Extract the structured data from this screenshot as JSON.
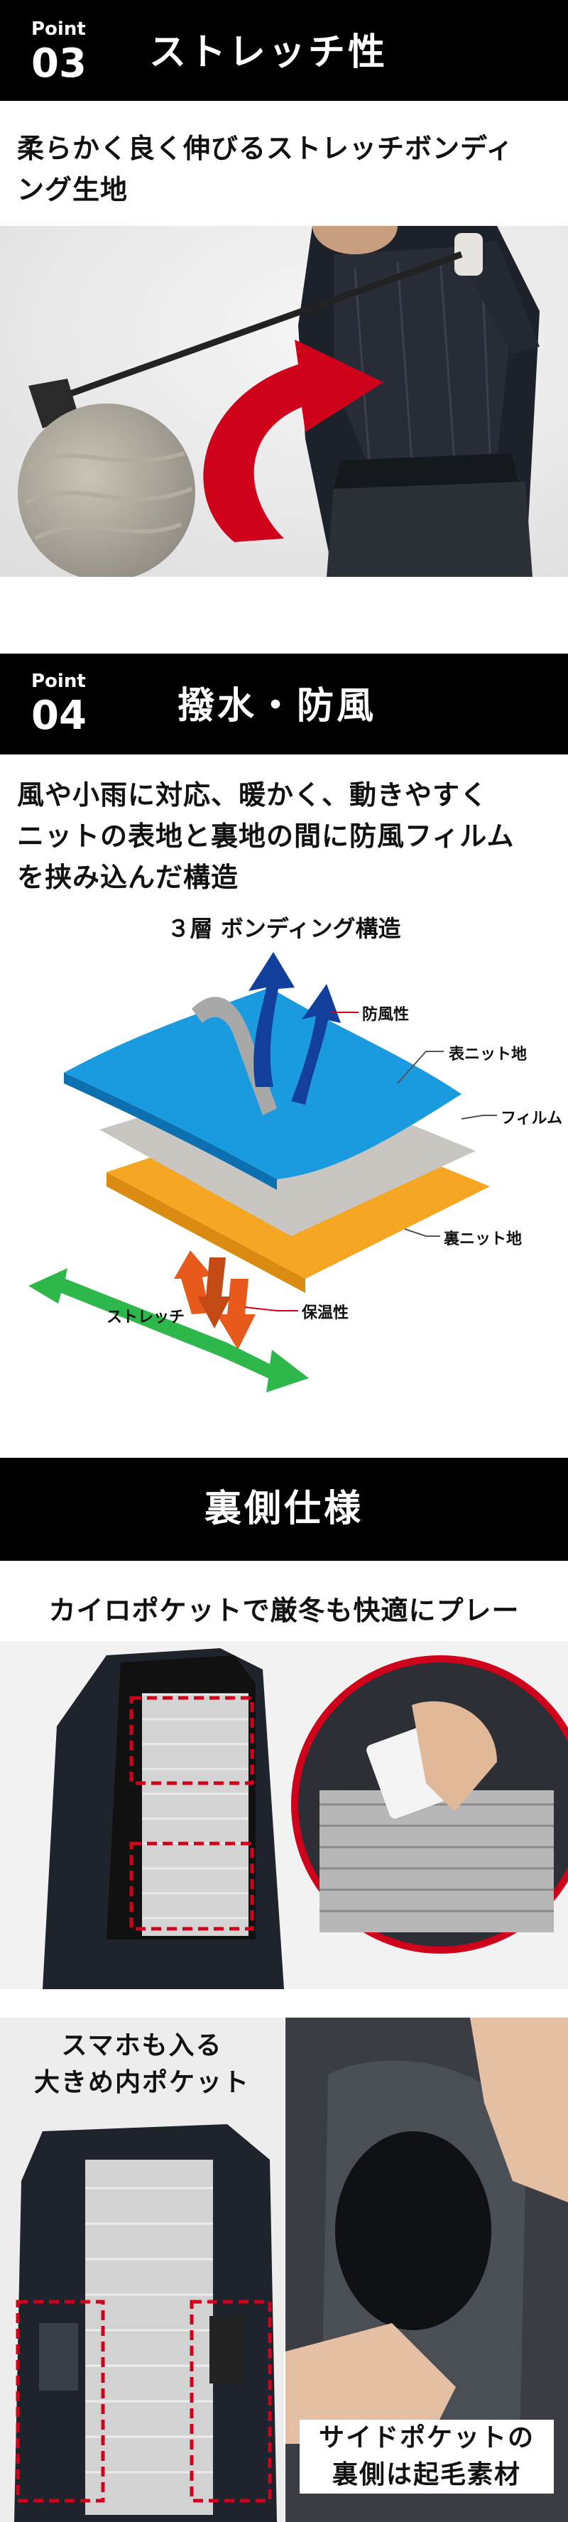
{
  "point03": {
    "label": "Point",
    "number": "03",
    "title": "ストレッチ性"
  },
  "section03": {
    "desc_line1": "柔らかく良く伸びるストレッチボンディ",
    "desc_line2": "ング生地"
  },
  "point04": {
    "label": "Point",
    "number": "04",
    "title": "撥水・防風"
  },
  "section04": {
    "desc_line1": "風や小雨に対応、暖かく、動きやすく",
    "desc_line2": "ニットの表地と裏地の間に防風フィルム",
    "desc_line3": "を挟み込んだ構造"
  },
  "diagram": {
    "title": "３層 ボンディング構造",
    "labels": {
      "windproof": "防風性",
      "outer_knit": "表ニット地",
      "film": "フィルム",
      "inner_knit": "裏ニット地",
      "warmth": "保温性",
      "stretch": "ストレッチ"
    }
  },
  "inner": {
    "title": "裏側仕様",
    "desc": "カイロポケットで厳冬も快適にプレー",
    "caption_phone_line1": "スマホも入る",
    "caption_phone_line2": "大きめ内ポケット",
    "caption_side_line1": "サイドポケットの",
    "caption_side_line2": "裏側は起毛素材"
  },
  "colors": {
    "bar": "#000000",
    "accent_red": "#d0021b",
    "blue": "#1a9be0",
    "orange": "#f5a623",
    "grey_layer": "#c9c6c1",
    "green": "#2eb84c"
  }
}
